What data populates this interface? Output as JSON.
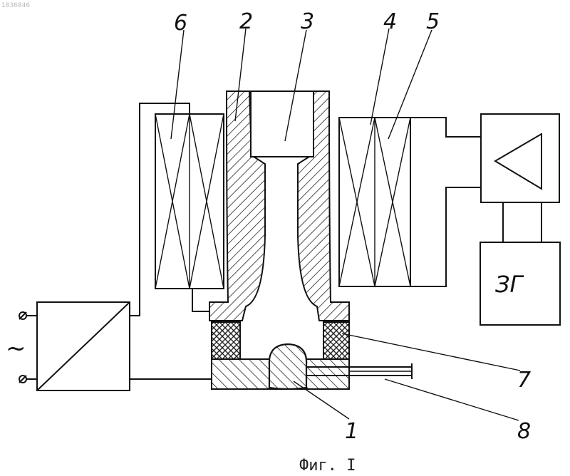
{
  "figure": {
    "caption": "Фиг. I",
    "labels": {
      "l1": "1",
      "l2": "2",
      "l3": "3",
      "l4": "4",
      "l5": "5",
      "l6": "6",
      "l7": "7",
      "l8": "8"
    },
    "generator_label": "ЗГ",
    "ac_symbol": "~",
    "corner_mark": "1836846"
  }
}
